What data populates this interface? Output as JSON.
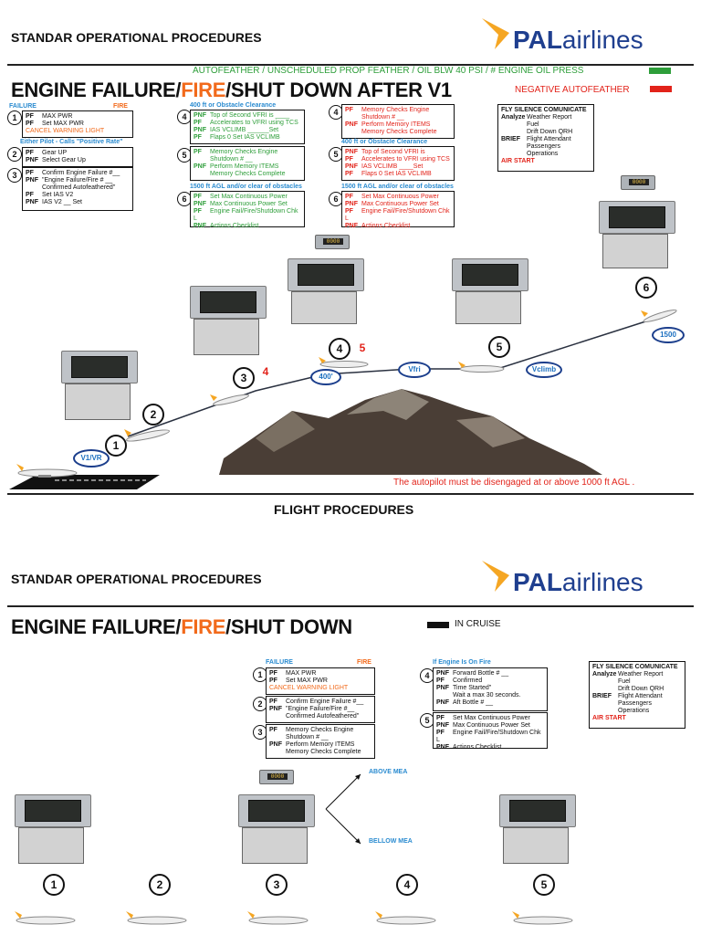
{
  "top": {
    "section_title": "STANDAR OPERATIONAL PROCEDURES",
    "logo": {
      "pal": "PAL",
      "airlines": "airlines"
    },
    "main_title_a": "ENGINE FAILURE/",
    "main_title_fire": "FIRE",
    "main_title_b": "/SHUT DOWN AFTER V1",
    "autofeather_text": "AUTOFEATHER / UNSCHEDULED PROP FEATHER / OIL BLW 40 PSI / # ENGINE OIL PRESS",
    "negative_autofeather": "NEGATIVE AUTOFEATHER",
    "failure_label": "FAILURE",
    "fire_label": "FIRE",
    "box1": [
      {
        "role": "PF",
        "text": "MAX PWR"
      },
      {
        "role": "PF",
        "text": "Set MAX PWR"
      },
      {
        "role": "",
        "text": "CANCEL WARNING LIGHT"
      }
    ],
    "either_pilot": "Either Pilot - Calls \"Positive Rate\"",
    "box2": [
      {
        "role": "PF",
        "text": "Gear UP"
      },
      {
        "role": "PNF",
        "text": "Select Gear Up"
      }
    ],
    "box3": [
      {
        "role": "PF",
        "text": "Confirm Engine Failure #__"
      },
      {
        "role": "PNF",
        "text": "\"Engine Failure/Fire # __"
      },
      {
        "role": "",
        "text": "Confirmed Autofeathered\""
      },
      {
        "role": "PF",
        "text": "Set IAS V2"
      },
      {
        "role": "PNF",
        "text": "IAS V2 __ Set"
      }
    ],
    "green_head1": "400 ft or Obstacle Clearance",
    "green_box4": [
      {
        "role": "PNF",
        "text": "Top of Second VFRI is ____"
      },
      {
        "role": "PF",
        "text": "Accelerates to VFRI using TCS"
      },
      {
        "role": "PNF",
        "text": "IAS VCLIMB ______Set"
      },
      {
        "role": "PF",
        "text": "Flaps 0 Set IAS VCLIMB"
      }
    ],
    "green_box5": [
      {
        "role": "PF",
        "text": "Memory Checks Engine"
      },
      {
        "role": "",
        "text": "Shutdown # __"
      },
      {
        "role": "PNF",
        "text": "Perform Memory ITEMS"
      },
      {
        "role": "",
        "text": "Memory Checks Complete"
      }
    ],
    "green_head2": "1500 ft AGL and/or clear of obstacles",
    "green_box6": [
      {
        "role": "PF",
        "text": "Set Max Continuous Power"
      },
      {
        "role": "PNF",
        "text": "Max Continuous Power Set"
      },
      {
        "role": "PF",
        "text": "Engine Fail/Fire/Shutdown Chk L"
      },
      {
        "role": "PNF",
        "text": "Actions Checklist"
      }
    ],
    "red_box4": [
      {
        "role": "PF",
        "text": "Memory Checks Engine"
      },
      {
        "role": "",
        "text": "Shutdown # __"
      },
      {
        "role": "PNF",
        "text": "Perform Memory ITEMS"
      },
      {
        "role": "",
        "text": "Memory Checks Complete"
      }
    ],
    "red_head1": "400 ft or Obstacle Clearance",
    "red_box5": [
      {
        "role": "PNF",
        "text": "Top of Second VFRI is"
      },
      {
        "role": "PF",
        "text": "Accelerates to VFRI using TCS"
      },
      {
        "role": "PNF",
        "text": "IAS VCLIMB ____Set"
      },
      {
        "role": "PF",
        "text": "Flaps 0 Set IAS VCLIMB"
      }
    ],
    "red_head2": "1500 ft AGL and/or clear of obstacles",
    "red_box6": [
      {
        "role": "PF",
        "text": "Set Max Continuous Power"
      },
      {
        "role": "PNF",
        "text": "Max Continuous Power Set"
      },
      {
        "role": "PF",
        "text": "Engine Fail/Fire/Shutdown Chk L"
      },
      {
        "role": "PNF",
        "text": "Actions Checklist"
      }
    ],
    "fly_box": {
      "head": "FLY SILENCE COMUNICATE",
      "lines": [
        {
          "role": "Analyze",
          "text": "Weather Report"
        },
        {
          "role": "",
          "text": "Fuel"
        },
        {
          "role": "",
          "text": "Drift Down QRH"
        },
        {
          "role": "BRIEF",
          "text": "Flight Attendant"
        },
        {
          "role": "",
          "text": "Passengers"
        },
        {
          "role": "",
          "text": "Operations"
        }
      ],
      "air_start": "AIR START"
    },
    "labels": {
      "v1vr": "V1/VR",
      "alt400": "400'",
      "vfri": "Vfri",
      "vclimb": "Vclimb",
      "alt1500": "1500"
    },
    "steps": [
      "1",
      "2",
      "3",
      "4",
      "4",
      "5",
      "5",
      "6"
    ],
    "autopilot_note": "The autopilot must be disengaged at or above 1000 ft AGL .",
    "flight_procedures": "FLIGHT PROCEDURES",
    "colors": {
      "green": "#2e9e3a",
      "red": "#e2231a",
      "orange": "#f26a1b",
      "blue": "#2a8bd0",
      "navy": "#1f3f8f"
    }
  },
  "bottom": {
    "section_title": "STANDAR OPERATIONAL PROCEDURES",
    "logo": {
      "pal": "PAL",
      "airlines": "airlines"
    },
    "main_title_a": "ENGINE FAILURE/",
    "main_title_fire": "FIRE",
    "main_title_b": "/SHUT DOWN",
    "in_cruise": "IN CRUISE",
    "failure_label": "FAILURE",
    "fire_label": "FIRE",
    "box1": [
      {
        "role": "PF",
        "text": "MAX PWR"
      },
      {
        "role": "PF",
        "text": "Set MAX PWR"
      },
      {
        "role": "",
        "text": "CANCEL WARNING LIGHT"
      }
    ],
    "box2": [
      {
        "role": "PF",
        "text": "Confirm Engine Failure #__"
      },
      {
        "role": "PNF",
        "text": "\"Engine Failure/Fire #__"
      },
      {
        "role": "",
        "text": "Confirmed Autofeathered\""
      }
    ],
    "box3": [
      {
        "role": "PF",
        "text": "Memory Checks Engine"
      },
      {
        "role": "",
        "text": "Shutdown # __"
      },
      {
        "role": "PNF",
        "text": "Perform Memory ITEMS"
      },
      {
        "role": "",
        "text": "Memory Checks Complete"
      }
    ],
    "if_fire": "If Engine Is On Fire",
    "box4": [
      {
        "role": "PNF",
        "text": "Forward Bottle # __"
      },
      {
        "role": "PF",
        "text": "Confirmed"
      },
      {
        "role": "PNF",
        "text": "Time Started\""
      },
      {
        "role": "",
        "text": "Wait a max 30 seconds."
      },
      {
        "role": "PNF",
        "text": "Aft Bottle # __"
      }
    ],
    "box5": [
      {
        "role": "PF",
        "text": "Set Max Continuous Power"
      },
      {
        "role": "PNF",
        "text": "Max Continuous Power Set"
      },
      {
        "role": "PF",
        "text": "Engine Fail/Fire/Shutdown Chk L"
      },
      {
        "role": "PNF",
        "text": "Actions Checklist"
      }
    ],
    "fly_box": {
      "head": "FLY SILENCE COMUNICATE",
      "lines": [
        {
          "role": "Analyze",
          "text": "Weather Report"
        },
        {
          "role": "",
          "text": "Fuel"
        },
        {
          "role": "",
          "text": "Drift Down QRH"
        },
        {
          "role": "BRIEF",
          "text": "Flight Attendant"
        },
        {
          "role": "",
          "text": "Passengers"
        },
        {
          "role": "",
          "text": "Operations"
        }
      ],
      "air_start": "AIR START"
    },
    "above_mea": "ABOVE MEA",
    "bellow_mea": "BELLOW MEA",
    "steps": [
      "1",
      "2",
      "3",
      "4",
      "5"
    ]
  }
}
